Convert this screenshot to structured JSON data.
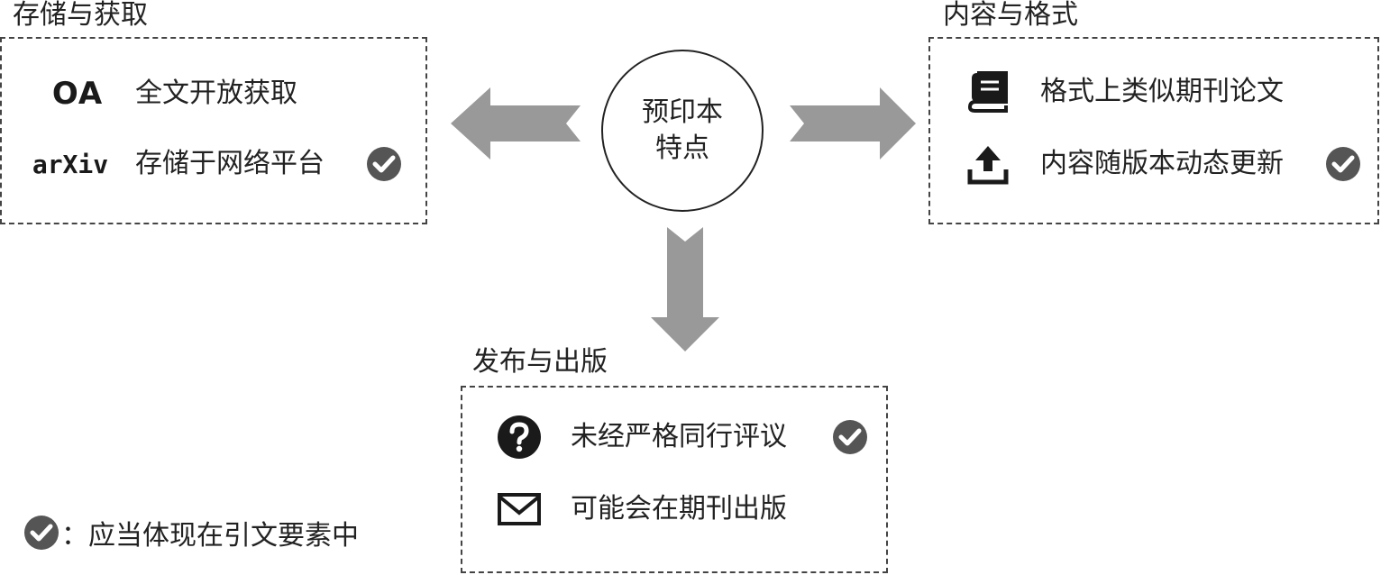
{
  "center": {
    "line1": "预印本",
    "line2": "特点"
  },
  "storage": {
    "title": "存储与获取",
    "items": [
      {
        "logo": "OA",
        "label": "全文开放获取",
        "checked": false
      },
      {
        "logo": "arXiv",
        "label": "存储于网络平台",
        "checked": true
      }
    ]
  },
  "content": {
    "title": "内容与格式",
    "items": [
      {
        "icon": "book-icon",
        "label": "格式上类似期刊论文",
        "checked": false
      },
      {
        "icon": "upload-icon",
        "label": "内容随版本动态更新",
        "checked": true
      }
    ]
  },
  "publish": {
    "title": "发布与出版",
    "items": [
      {
        "icon": "question-icon",
        "label": "未经严格同行评议",
        "checked": true
      },
      {
        "icon": "envelope-icon",
        "label": "可能会在期刊出版",
        "checked": false
      }
    ]
  },
  "legend": {
    "separator": "：",
    "text": "应当体现在引文要素中"
  },
  "colors": {
    "arrow": "#999999",
    "check_bg": "#555555",
    "border": "#444444"
  }
}
